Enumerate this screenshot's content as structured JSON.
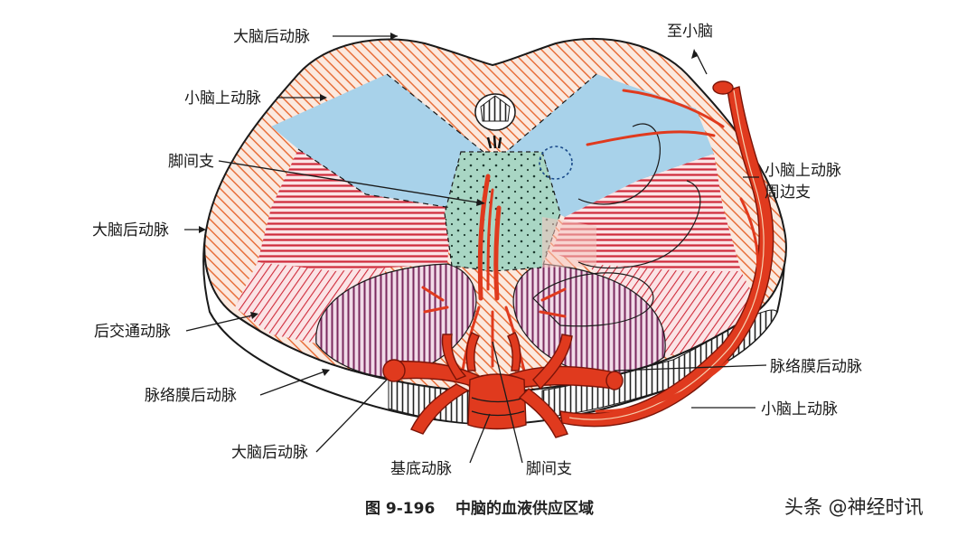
{
  "labels": {
    "top_pca": "大脑后动脉",
    "upper_sca": "小脑上动脉",
    "interpeduncular_upper": "脚间支",
    "left_pca": "大脑后动脉",
    "posterior_communicating": "后交通动脉",
    "posterior_choroidal_left": "脉络膜后动脉",
    "bottom_pca": "大脑后动脉",
    "basilar": "基底动脉",
    "interpeduncular_lower": "脚间支",
    "to_cerebellum": "至小脑",
    "sca_peripheral_line1": "小脑上动脉",
    "sca_peripheral_line2": "周边支",
    "posterior_choroidal_right": "脉络膜后动脉",
    "sca_right": "小脑上动脉"
  },
  "caption": {
    "figure_number": "图 9-196",
    "title": "中脑的血液供应区域"
  },
  "watermark": "头条 @神经时讯",
  "colors": {
    "pca_stripe": "#e8703c",
    "sca_blue": "#a8d2ea",
    "interpeduncular_green": "#a9d6c4",
    "stripe_red": "#cf2a3a",
    "choroidal_purple": "#7a2a5e",
    "artery_red": "#e03a1e"
  }
}
